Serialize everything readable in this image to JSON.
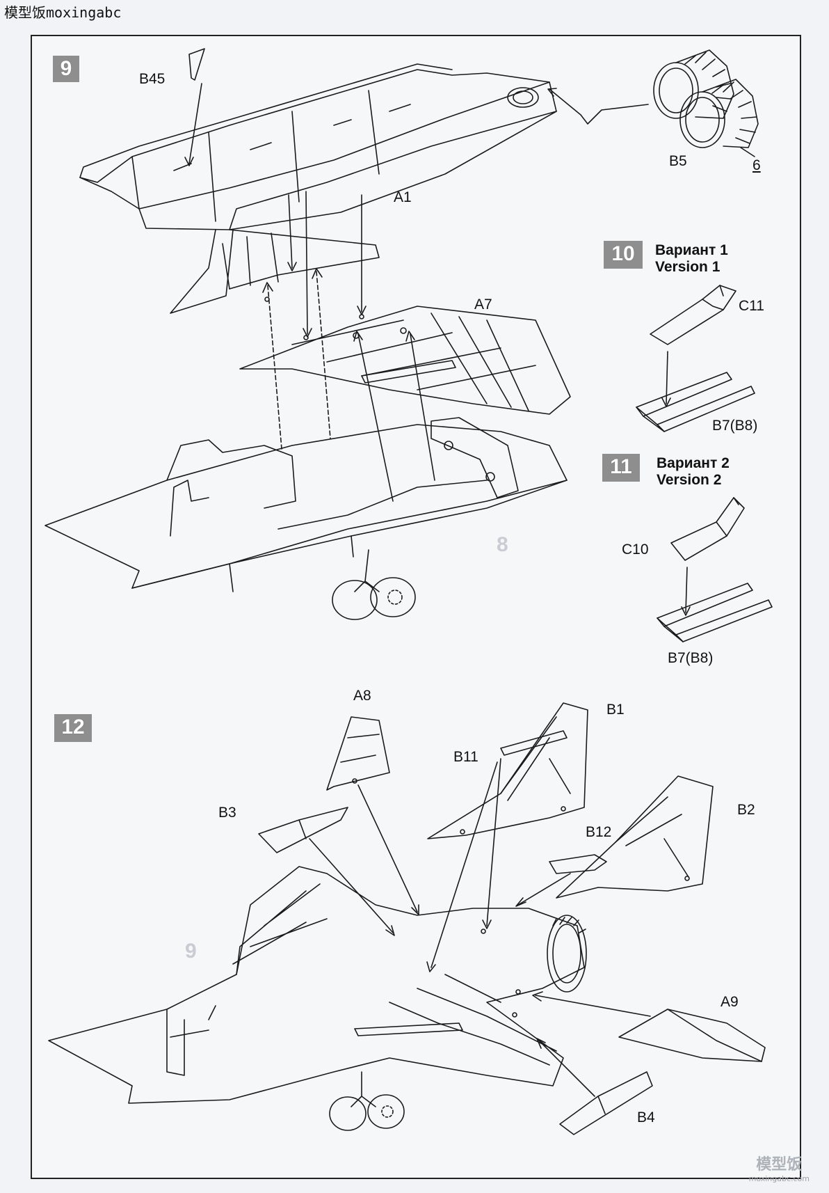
{
  "header": {
    "site_watermark": "模型饭moxingabc"
  },
  "steps": {
    "s9": {
      "number": "9"
    },
    "s10": {
      "number": "10",
      "title_ru": "Вариант 1",
      "title_en": "Version 1"
    },
    "s11": {
      "number": "11",
      "title_ru": "Вариант 2",
      "title_en": "Version 2"
    },
    "s12": {
      "number": "12"
    }
  },
  "parts": {
    "b45": "B45",
    "a1": "A1",
    "a7": "A7",
    "b5": "B5",
    "p6": "6",
    "c11": "C11",
    "b7b8_v1": "B7(B8)",
    "c10": "C10",
    "b7b8_v2": "B7(B8)",
    "a8": "A8",
    "b1": "B1",
    "b11": "B11",
    "b3": "B3",
    "b12": "B12",
    "b2": "B2",
    "a9": "A9",
    "b4": "B4"
  },
  "ghost_refs": {
    "ref8": "8",
    "ref9": "9"
  },
  "footer": {
    "logo_text": "模型饭",
    "logo_url": "moxingabc.com"
  }
}
